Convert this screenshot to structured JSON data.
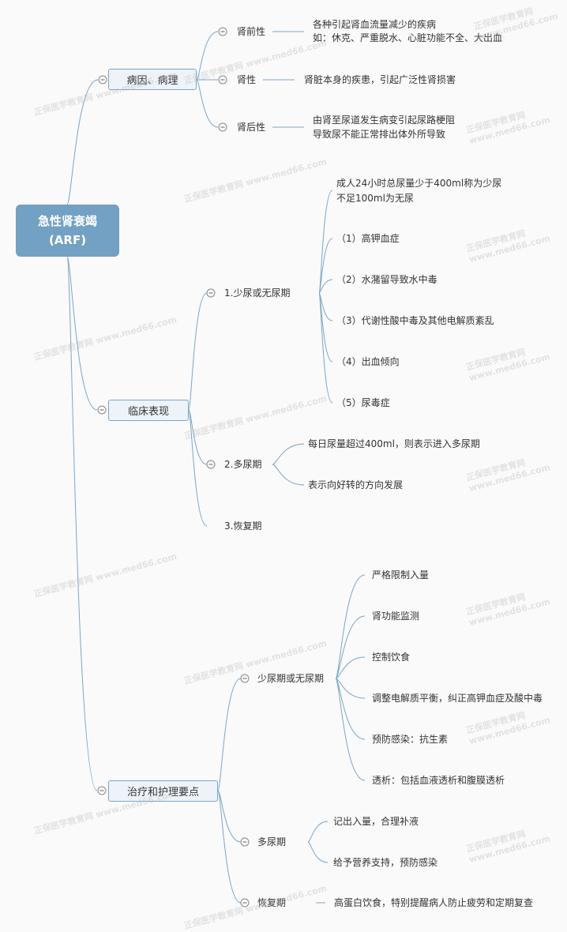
{
  "watermark": "正保医学教育网 www.med66.com",
  "root": {
    "line1": "急性肾衰竭",
    "line2": "(ARF)"
  },
  "etiology": {
    "label": "病因、病理",
    "items": [
      {
        "label": "肾前性",
        "lines": [
          "各种引起肾血流量减少的疾病",
          "如：休克、严重脱水、心脏功能不全、大出血"
        ]
      },
      {
        "label": "肾性",
        "lines": [
          "肾脏本身的疾患，引起广泛性肾损害"
        ]
      },
      {
        "label": "肾后性",
        "lines": [
          "由肾至尿道发生病变引起尿路梗阻",
          "导致尿不能正常排出体外所导致"
        ]
      }
    ]
  },
  "clinical": {
    "label": "临床表现",
    "phases": [
      {
        "label": "1.少尿或无尿期",
        "items": [
          "成人24小时总尿量少于400ml称为少尿",
          "不足100ml为无尿",
          "（1）高钾血症",
          "（2）水潴留导致水中毒",
          "（3）代谢性酸中毒及其他电解质紊乱",
          "（4）出血倾向",
          "（5）尿毒症"
        ]
      },
      {
        "label": "2.多尿期",
        "items": [
          "每日尿量超过400ml，则表示进入多尿期",
          "表示向好转的方向发展"
        ]
      },
      {
        "label": "3.恢复期",
        "items": []
      }
    ]
  },
  "treatment": {
    "label": "治疗和护理要点",
    "phases": [
      {
        "label": "少尿期或无尿期",
        "items": [
          "严格限制入量",
          "肾功能监测",
          "控制饮食",
          "调整电解质平衡，纠正高钾血症及酸中毒",
          "预防感染：抗生素",
          "透析：包括血液透析和腹膜透析"
        ]
      },
      {
        "label": "多尿期",
        "items": [
          "记出入量，合理补液",
          "给予营养支持，预防感染"
        ]
      },
      {
        "label": "恢复期",
        "items": [
          "高蛋白饮食，特别提醒病人防止疲劳和定期复查"
        ]
      }
    ]
  },
  "colors": {
    "line": "#7ba6c7",
    "root": "#72a1c3",
    "box": "#edf3f8"
  }
}
